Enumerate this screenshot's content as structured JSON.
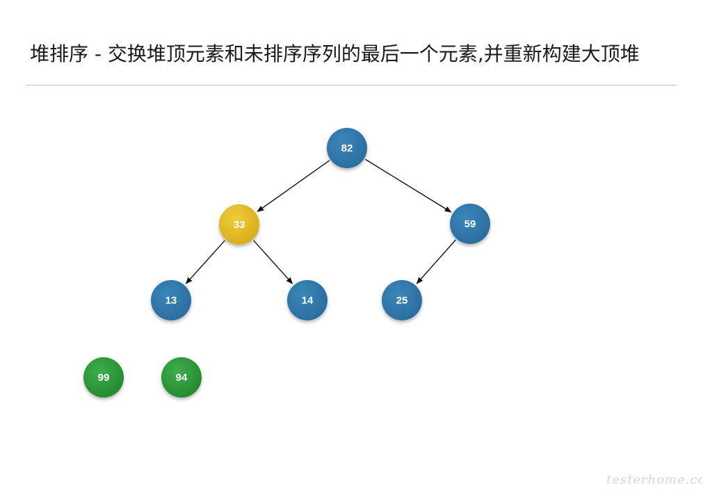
{
  "title": "堆排序 - 交换堆顶元素和未排序序列的最后一个元素,并重新构建大顶堆",
  "watermark": "testerhome.com",
  "colors": {
    "heap": "#2f78ad",
    "current": "#e3bd25",
    "sorted": "#2c9b3a",
    "arrow": "#111111"
  },
  "nodes": [
    {
      "id": "n82",
      "value": "82",
      "state": "heap"
    },
    {
      "id": "n33",
      "value": "33",
      "state": "current"
    },
    {
      "id": "n59",
      "value": "59",
      "state": "heap"
    },
    {
      "id": "n13",
      "value": "13",
      "state": "heap"
    },
    {
      "id": "n14",
      "value": "14",
      "state": "heap"
    },
    {
      "id": "n25",
      "value": "25",
      "state": "heap"
    },
    {
      "id": "n99",
      "value": "99",
      "state": "sorted"
    },
    {
      "id": "n94",
      "value": "94",
      "state": "sorted"
    }
  ],
  "edges": [
    {
      "from": "n82",
      "to": "n33"
    },
    {
      "from": "n82",
      "to": "n59"
    },
    {
      "from": "n33",
      "to": "n13"
    },
    {
      "from": "n33",
      "to": "n14"
    },
    {
      "from": "n59",
      "to": "n25"
    }
  ]
}
